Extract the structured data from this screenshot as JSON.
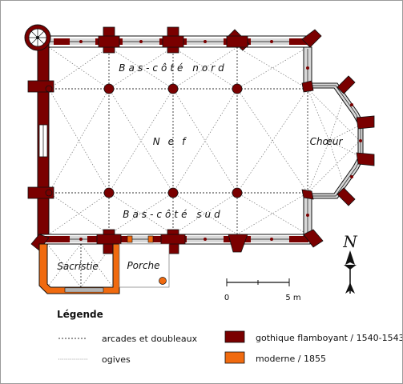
{
  "rooms": {
    "bas_cote_nord": "Bas-côté nord",
    "nef": "Nef",
    "bas_cote_sud": "Bas-côté sud",
    "choeur": "Chœur",
    "sacristie": "Sacristie",
    "porche": "Porche"
  },
  "legend": {
    "title": "Légende",
    "items": [
      {
        "label": "arcades et doubleaux",
        "symbol": "dotted-line"
      },
      {
        "label": "ogives",
        "symbol": "fine-dotted-line"
      },
      {
        "label": "gothique flamboyant / 1540-1543",
        "symbol": "swatch",
        "color": "#7a0000"
      },
      {
        "label": "moderne / 1855",
        "symbol": "swatch",
        "color": "#f06a0f"
      }
    ]
  },
  "scale": {
    "start": "0",
    "end": "5 m"
  },
  "north": {
    "letter": "N"
  },
  "colors": {
    "gothic": "#7a0000",
    "modern": "#f06a0f",
    "outline": "#111111",
    "window": "#d8d8d8"
  }
}
